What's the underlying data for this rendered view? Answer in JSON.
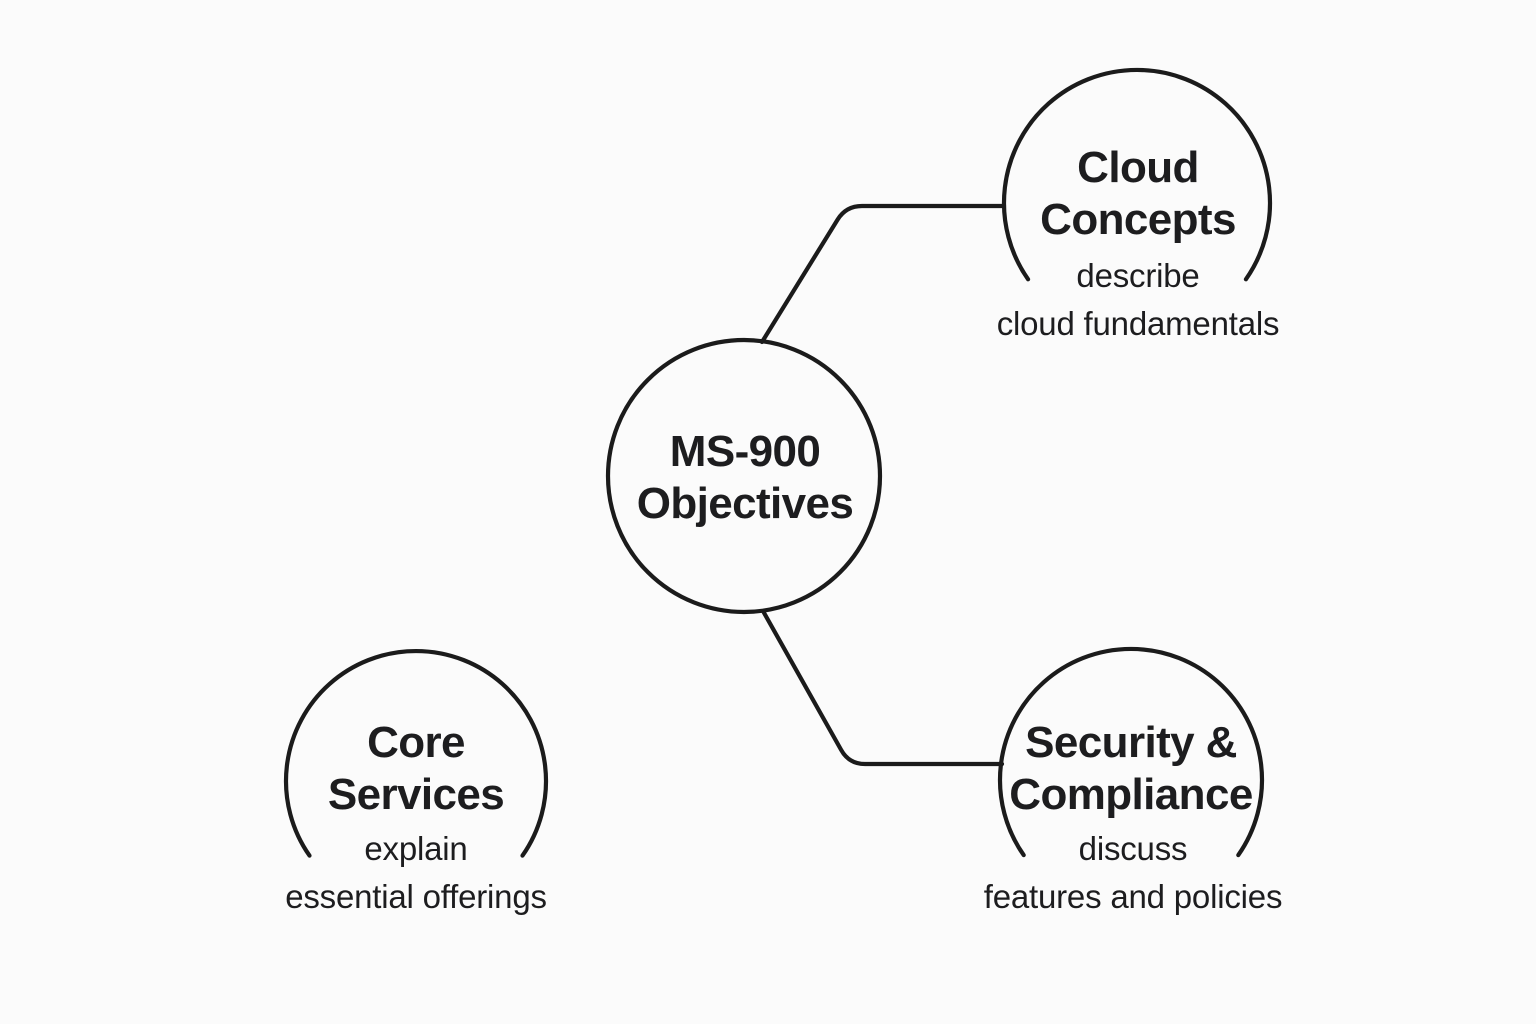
{
  "colors": {
    "background": "#fbfbfb",
    "line": "#1b1b1b",
    "text": "#1d1d1f"
  },
  "diagram": {
    "center": {
      "title": [
        "MS-900",
        "Objectives"
      ]
    },
    "branches": [
      {
        "id": "cloud-concepts",
        "title": [
          "Cloud",
          "Concepts"
        ],
        "subtitle": [
          "describe",
          "cloud fundamentals"
        ],
        "connected_to_center": true
      },
      {
        "id": "core-services",
        "title": [
          "Core",
          "Services"
        ],
        "subtitle": [
          "explain",
          "essential offerings"
        ],
        "connected_to_center": false
      },
      {
        "id": "security-compliance",
        "title": [
          "Security &",
          "Compliance"
        ],
        "subtitle": [
          "discuss",
          "features and policies"
        ],
        "connected_to_center": true
      }
    ]
  }
}
